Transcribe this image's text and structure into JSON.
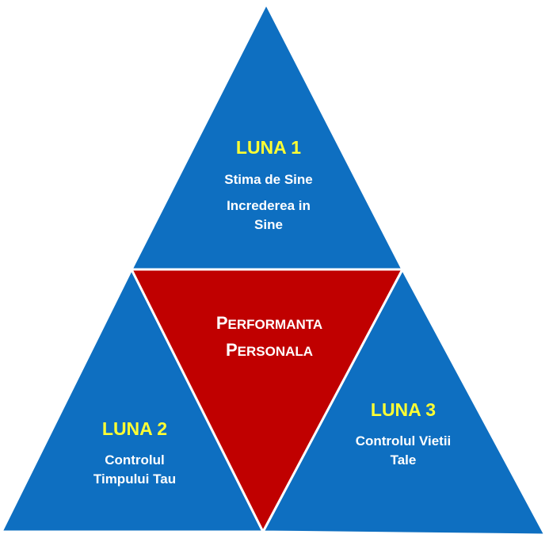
{
  "center": {
    "line1_initial": "P",
    "line1_rest": "ERFORMANTA",
    "line2_initial": "P",
    "line2_rest": "ERSONALA"
  },
  "top": {
    "month": "LUNA 1",
    "topic1": "Stima de Sine",
    "topic2_line1": "Increderea in",
    "topic2_line2": "Sine"
  },
  "left": {
    "month": "LUNA 2",
    "topic_line1": "Controlul",
    "topic_line2": "Timpului Tau"
  },
  "right": {
    "month": "LUNA 3",
    "topic_line1": "Controlul Vietii",
    "topic_line2": "Tale"
  },
  "colors": {
    "blue": "#0e6fc1",
    "red": "#c00000",
    "month_text": "#ffff33",
    "topic_text": "#ffffff"
  }
}
